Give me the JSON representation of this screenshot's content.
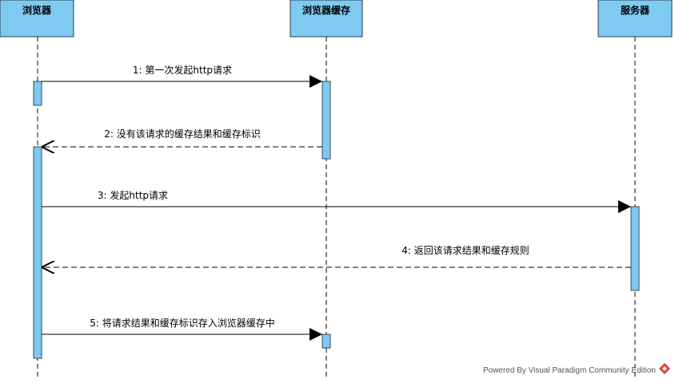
{
  "lifelines": [
    {
      "id": "browser",
      "label": "浏览器"
    },
    {
      "id": "cache",
      "label": "浏览器缓存"
    },
    {
      "id": "server",
      "label": "服务器"
    }
  ],
  "messages": [
    {
      "label": "1: 第一次发起http请求",
      "from": "browser",
      "to": "cache",
      "kind": "sync"
    },
    {
      "label": "2: 没有该请求的缓存结果和缓存标识",
      "from": "cache",
      "to": "browser",
      "kind": "return"
    },
    {
      "label": "3: 发起http请求",
      "from": "browser",
      "to": "server",
      "kind": "sync"
    },
    {
      "label": "4: 返回该请求结果和缓存规则",
      "from": "server",
      "to": "browser",
      "kind": "return"
    },
    {
      "label": "5: 将请求结果和缓存标识存入浏览器缓存中",
      "from": "browser",
      "to": "cache",
      "kind": "sync"
    }
  ],
  "footer": {
    "text": "Powered By Visual Paradigm Community Edition",
    "logo_icon": "visual-paradigm-logo-icon",
    "logo_color": "#d9413a"
  },
  "colors": {
    "lifeline_fill": "#7ecaf1"
  }
}
